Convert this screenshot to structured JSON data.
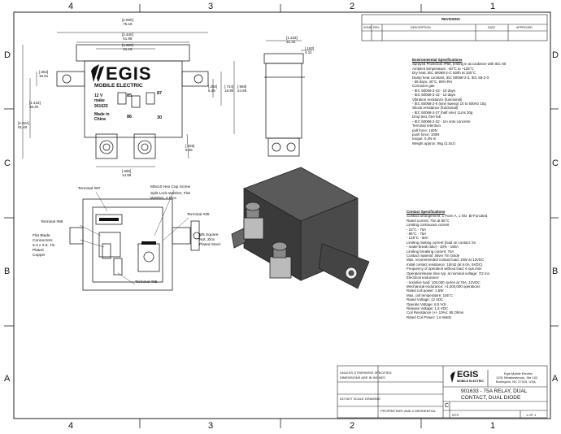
{
  "zones": {
    "columns": [
      "4",
      "3",
      "2",
      "1"
    ],
    "rows": [
      "D",
      "C",
      "B",
      "A"
    ]
  },
  "revisions": {
    "title": "REVISIONS",
    "headers": [
      "ZONE",
      "REV.",
      "DESCRIPTION",
      "DATE",
      "APPROVED"
    ]
  },
  "front_view": {
    "brand": "EGIS",
    "brand_sub": "MOBILE ELECTRIC",
    "rating": "12 V",
    "make": "make",
    "part": "901633",
    "origin_1": "Made in",
    "origin_2": "China",
    "pin_85": "85",
    "pin_86": "86",
    "pin_87": "87",
    "pin_30": "30",
    "dims": {
      "overall_w": "[2.960]\n75.18",
      "body_w": "[2.440]\n61.98",
      "stud_w": "[1.620]\n41.15",
      "left_h": "[.654]\n16.61",
      "h1": "[1.433]\n36.40",
      "h2": "[2.024]\n51.40",
      "bottom_w": "[.590]\n14.99",
      "dim_325": "[.325]\n8.25",
      "dim_250": "[.250]\n6.35",
      "dim_744": "[.744]\n18.90",
      "dim_968": "[.968]\n24.59",
      "side_w": "[1.233]\n31.32",
      "side_d": "[.162]\n4.11"
    }
  },
  "detail": {
    "t87": "Terminal #87",
    "hex": "M5x10 Hex Cap Screw",
    "washer": "Split Lock Washer, Flat\nWasher, 2 Plcs",
    "t30": "Terminal #30",
    "t86": "Terminal #86",
    "blade": "Flat Blade\nConnectors\n6.3 x 0.8, Tin\nPlated\nCopper",
    "m5": "M5 Square\nNut, Zinc\nPlated Steel",
    "t85": "Terminal #85"
  },
  "env": {
    "title": "Environmental Specifications",
    "lines": [
      "Sprayed Protection IP56, testing in accordance with IEC 60",
      "Ambient temperature: -40°C to +125°C",
      "Dry heat, IEC 60068-2-2: 500h at 100°C",
      "Damp heat constant, IEC 60068-2-3, IEC 68-2-3:",
      " - 56 days, 40°C, 95% RH",
      "Corrosion gas",
      " - IEC 60068-2-43 - 10 days",
      " - IEC 60068-2-42 - 10 days",
      "Vibration resistance (functional)",
      " - IEC 60068-2-6 (sine sweep) 10 to 500Hz 10g",
      "Shock resistance (functional)",
      " - IEC 60068-2-27 (half sine) 11ms 30g",
      "Drop test, free fall",
      " - IEC 60068-2-32 - 1m onto concrete",
      "Terminal retention",
      "pull force: 100N",
      "push force: 100N",
      "torque: 0.3N·m",
      "Weight approx: 95g (3.3oz)"
    ]
  },
  "contact": {
    "title": "Contact Specifications",
    "lines": [
      "Contact arrangement: 1 Form A, 1 NO, Bi-Furcated",
      "Rated current: 75A at 85°C",
      "Limiting continuous current",
      " - 23°C - 75A",
      " - 85°C - 75A",
      " - 125°C - 50A",
      "Limiting making current (load on contact: 5s",
      " - make-break ratio) - 10% - 150A",
      "Limiting breaking current: 75A",
      "Contact material: Silver Tin Oxide",
      "Max. recommended contact load: 1kW at 12VDC",
      "Initial contact resistance: 10mΩ (at 6.0A, 6VDC)",
      "Frequency of operation without load: 6 ops./min",
      "Operate/release time typ. at nominal voltage: 7/2 ms",
      "Electrical endurance",
      " - resistive load: 100,000 cycles at 75A, 12VDC",
      "Mechanical endurance: >1,000,000 operations",
      "Rated coil power: 1.6W",
      "Max. coil temperature: 155°C",
      "Rated Voltage: 12 VDC",
      "Operate Voltage: 6.5 Vdc",
      "Release Voltage: 1.5 VDC",
      "Coil Resistance (+/- 10%): 90 Ohms",
      "Rated Coil Power: 1.6 Watts"
    ]
  },
  "title_block": {
    "brand": "EGIS",
    "brand_sub": "MOBILE ELECTRIC",
    "company": "Egis Mobile Electric",
    "addr1": "1291 Meadowbrook, Ste 102",
    "addr2": "Burlington, NC 27215, USA",
    "title1": "901633 - 75A RELAY, DUAL",
    "title2": "CONTACT, DUAL DIODE",
    "size": "C",
    "scale": "NTS",
    "sheet": "1 OF 1",
    "notes_1": "UNLESS OTHERWISE SPECIFIED",
    "notes_2": "DIMENSIONS ARE IN INCHES",
    "notes_3": "DO NOT SCALE DRAWING",
    "proprietary": "PROPRIETARY AND CONFIDENTIAL"
  }
}
